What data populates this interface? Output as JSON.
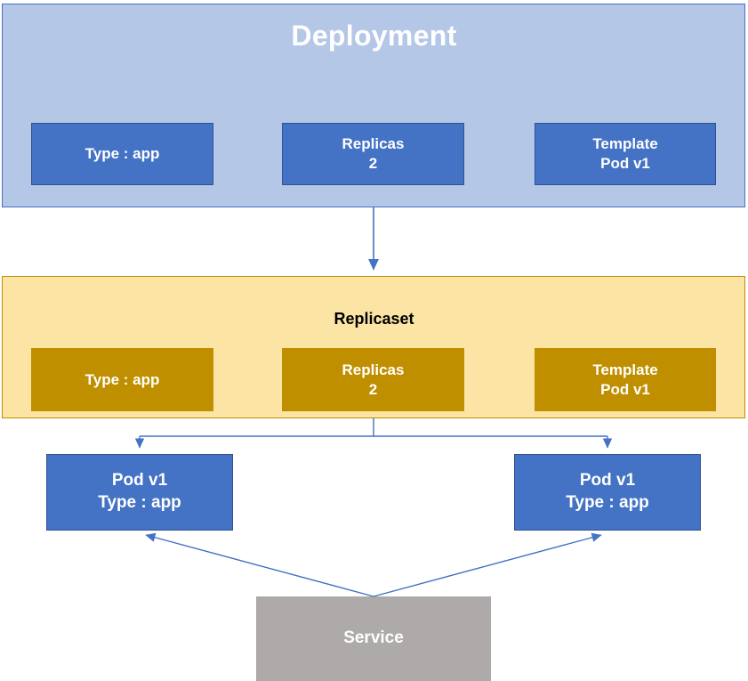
{
  "diagram": {
    "title": "Kubernetes Deployment / ReplicaSet / Pod / Service relationship diagram",
    "colors": {
      "deployment_panel_bg": "#B4C7E7",
      "deployment_panel_border": "#4472C4",
      "replicaset_panel_bg": "#FCE5A4",
      "replicaset_panel_border": "#BF8F00",
      "blue_box": "#4472C4",
      "blue_box_border": "#2F528F",
      "gold_box": "#BF8F00",
      "service_box": "#AEAAAA",
      "connector": "#4472C4",
      "white_text": "#FFFFFF",
      "black_text": "#000000"
    }
  },
  "deployment": {
    "title": "Deployment",
    "chips": [
      {
        "lines": [
          "Type : app"
        ]
      },
      {
        "lines": [
          "Replicas",
          "2"
        ]
      },
      {
        "lines": [
          "Template",
          "Pod v1"
        ]
      }
    ]
  },
  "replicaset": {
    "title": "Replicaset",
    "chips": [
      {
        "lines": [
          "Type : app"
        ]
      },
      {
        "lines": [
          "Replicas",
          "2"
        ]
      },
      {
        "lines": [
          "Template",
          "Pod v1"
        ]
      }
    ]
  },
  "pods": [
    {
      "lines": [
        "Pod v1",
        "Type : app"
      ]
    },
    {
      "lines": [
        "Pod v1",
        "Type : app"
      ]
    }
  ],
  "service": {
    "label": "Service"
  }
}
